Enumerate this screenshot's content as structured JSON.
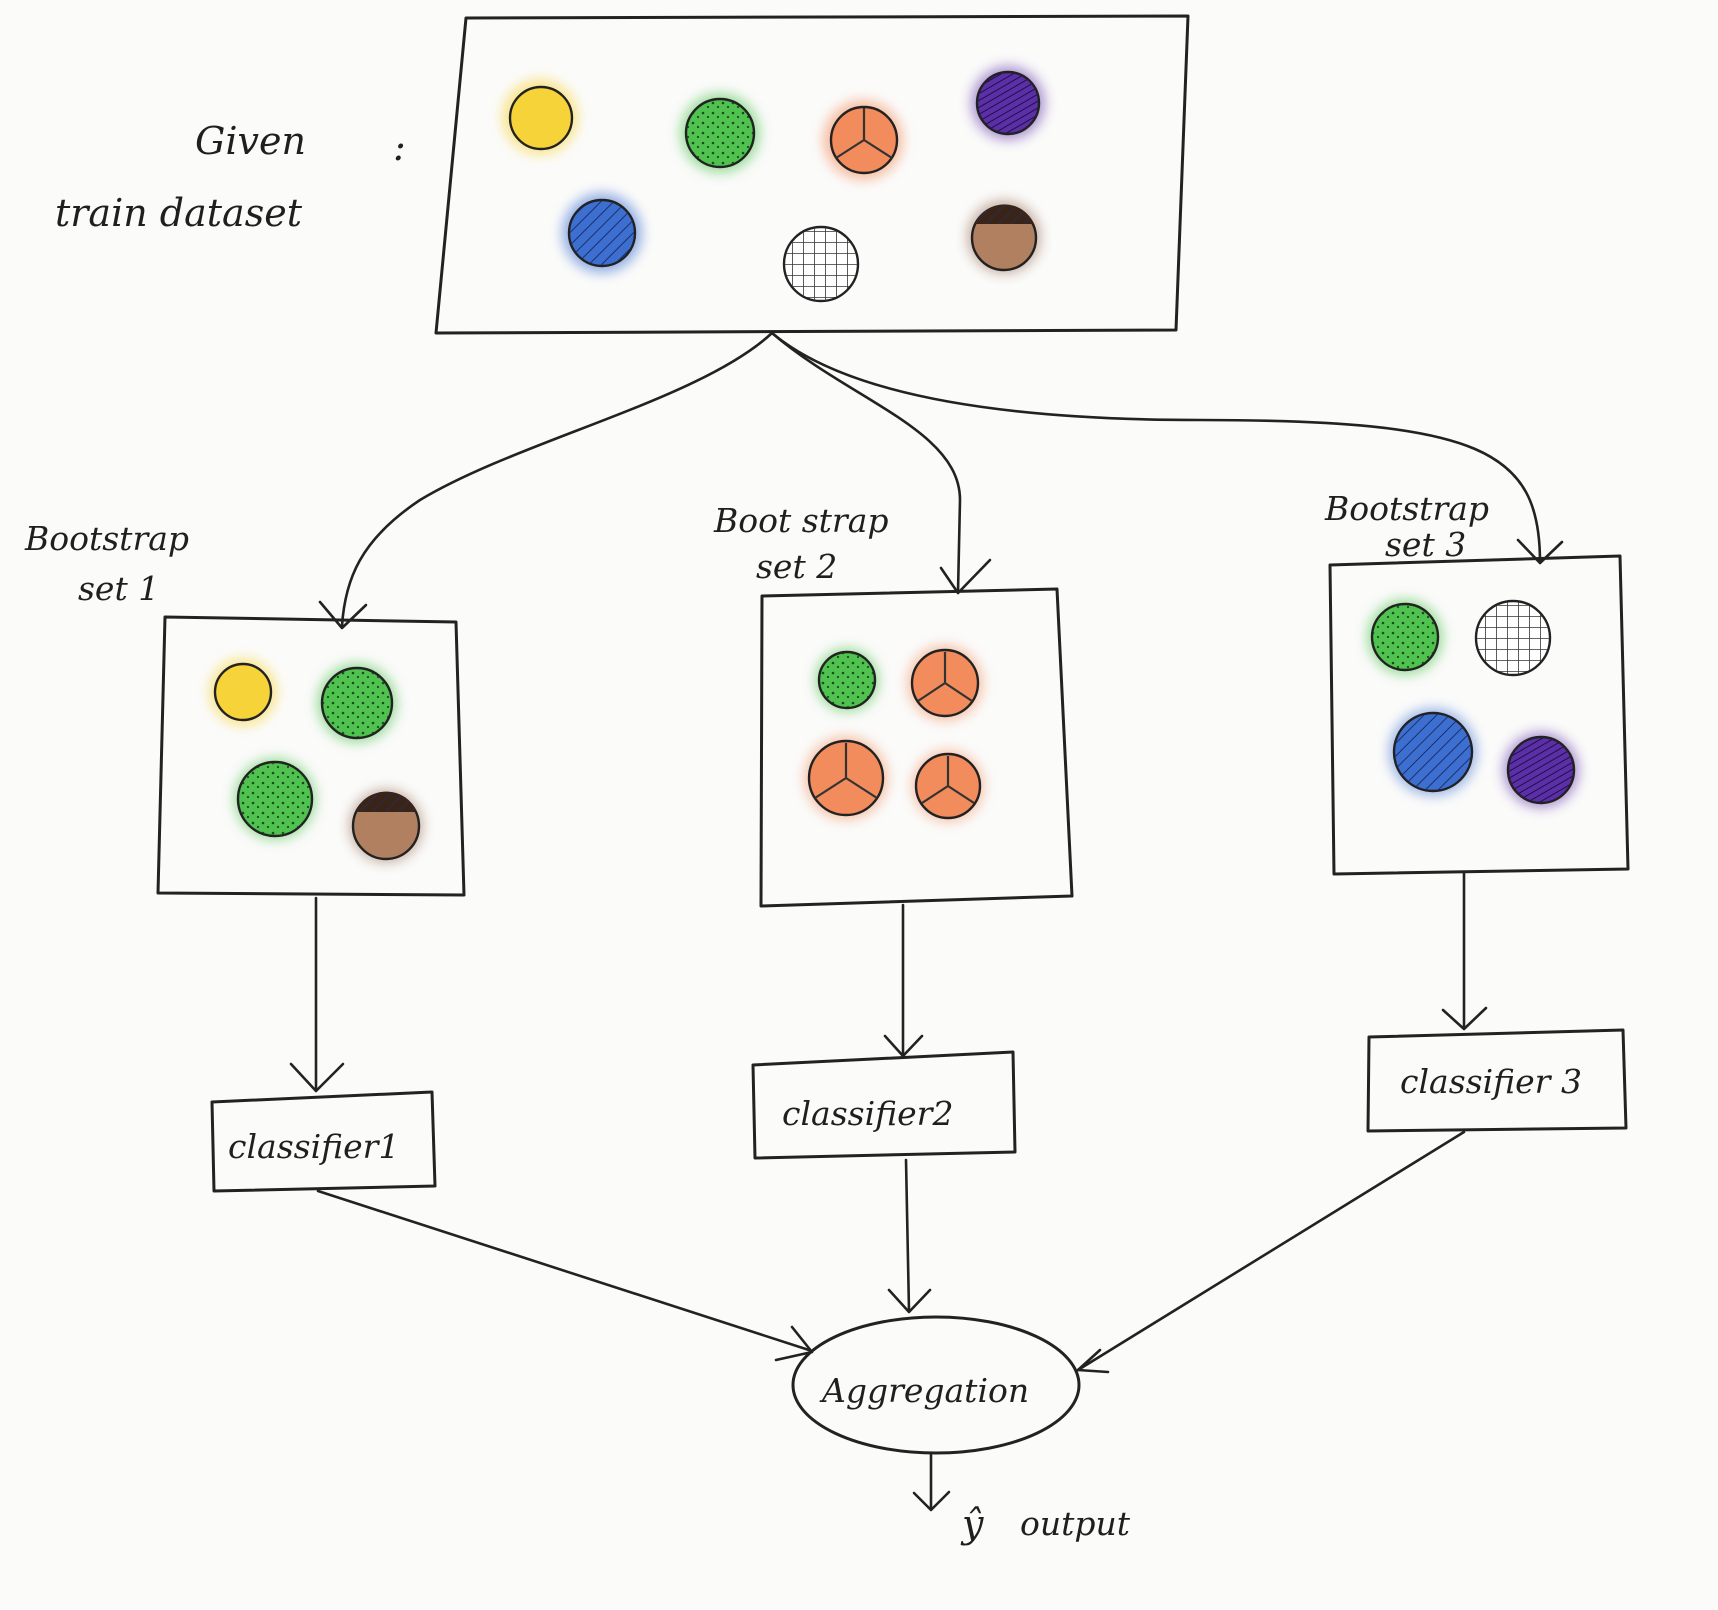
{
  "labels": {
    "given_line1": "Given",
    "given_colon": ":",
    "given_line2": "train dataset",
    "bootstrap1_line1": "Bootstrap",
    "bootstrap1_line2": "set 1",
    "bootstrap2_line1": "Boot strap",
    "bootstrap2_line2": "set 2",
    "bootstrap3_line1": "Bootstrap",
    "bootstrap3_line2": "set 3",
    "classifier1": "classifier1",
    "classifier2": "classifier2",
    "classifier3": "classifier 3",
    "aggregation": "Aggregation",
    "output_symbol": "ŷ",
    "output_text": "output"
  },
  "colors": {
    "yellow": "#f7d33a",
    "green": "#4fc24f",
    "orange": "#f28c5c",
    "purple": "#5b2fa6",
    "blue": "#3d6fd0",
    "grid": "#ffffff",
    "brown": "#8a5a3c",
    "ink": "#222222"
  },
  "datasets": {
    "train": [
      "yellow",
      "green",
      "orange",
      "purple",
      "blue",
      "grid",
      "brown"
    ],
    "bootstrap1": [
      "yellow",
      "green",
      "green",
      "brown"
    ],
    "bootstrap2": [
      "green",
      "orange",
      "orange",
      "orange"
    ],
    "bootstrap3": [
      "green",
      "grid",
      "blue",
      "purple"
    ]
  }
}
